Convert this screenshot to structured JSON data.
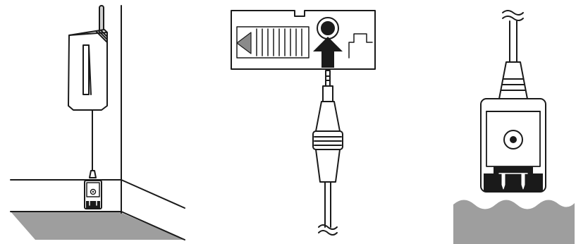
{
  "panels": [
    {
      "id": "installation-scene",
      "caption": ""
    },
    {
      "id": "jack-connection",
      "caption": ""
    },
    {
      "id": "sensor-in-water",
      "caption": ""
    }
  ],
  "colors": {
    "line": "#1a1a1a",
    "fill": "#ffffff",
    "floor": "#9e9e9e",
    "body_shade": "#e6e6e6",
    "dark": "#1a1a1a"
  },
  "icons": [
    "transmitter-unit-icon",
    "water-sensor-icon",
    "stereo-plug-icon",
    "jack-socket-icon",
    "insert-arrow-icon"
  ]
}
